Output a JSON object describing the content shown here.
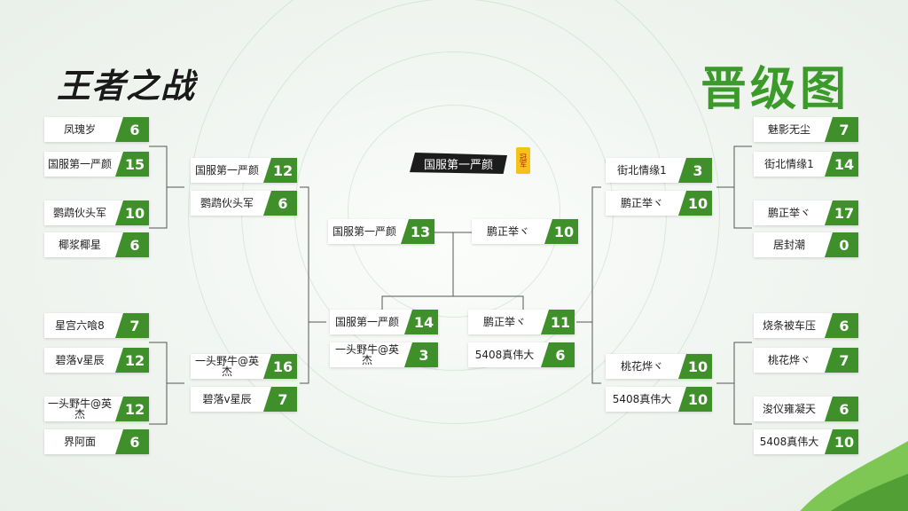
{
  "header": {
    "logo_text": "王者之战",
    "title": "晋级图"
  },
  "champion": {
    "name": "国服第一严颜",
    "badge": "冠军"
  },
  "colors": {
    "accent": "#3f8f2a",
    "title": "#3c9a2a"
  },
  "left": {
    "r1": [
      {
        "name": "凤瑰岁",
        "score": "6"
      },
      {
        "name": "国服第一严颜",
        "score": "15"
      },
      {
        "name": "鹦鹉伙头军",
        "score": "10"
      },
      {
        "name": "椰浆椰星",
        "score": "6"
      },
      {
        "name": "星宫六喰8",
        "score": "7"
      },
      {
        "name": "碧落v星辰",
        "score": "12"
      },
      {
        "name": "一头野牛@英杰",
        "score": "12"
      },
      {
        "name": "界阿面",
        "score": "6"
      }
    ],
    "r2": [
      {
        "name": "国服第一严颜",
        "score": "12"
      },
      {
        "name": "鹦鹉伙头军",
        "score": "6"
      },
      {
        "name": "一头野牛@英杰",
        "score": "16"
      },
      {
        "name": "碧落v星辰",
        "score": "7"
      }
    ],
    "r3": [
      {
        "name": "国服第一严颜",
        "score": "14"
      },
      {
        "name": "一头野牛@英杰",
        "score": "3"
      }
    ]
  },
  "right": {
    "r1": [
      {
        "name": "魅影无尘",
        "score": "7"
      },
      {
        "name": "街北情缘1",
        "score": "14"
      },
      {
        "name": "鹏正举ヾ",
        "score": "17"
      },
      {
        "name": "居封潮",
        "score": "0"
      },
      {
        "name": "烧条被车压",
        "score": "6"
      },
      {
        "name": "桃花烨ヾ",
        "score": "7"
      },
      {
        "name": "浚仪雍凝天",
        "score": "6"
      },
      {
        "name": "5408真伟大",
        "score": "10"
      }
    ],
    "r2": [
      {
        "name": "街北情缘1",
        "score": "3"
      },
      {
        "name": "鹏正举ヾ",
        "score": "10"
      },
      {
        "name": "桃花烨ヾ",
        "score": "10"
      },
      {
        "name": "5408真伟大",
        "score": "10"
      }
    ],
    "r3": [
      {
        "name": "鹏正举ヾ",
        "score": "11"
      },
      {
        "name": "5408真伟大",
        "score": "6"
      }
    ]
  },
  "final": [
    {
      "name": "国服第一严颜",
      "score": "13"
    },
    {
      "name": "鹏正举ヾ",
      "score": "10"
    }
  ]
}
